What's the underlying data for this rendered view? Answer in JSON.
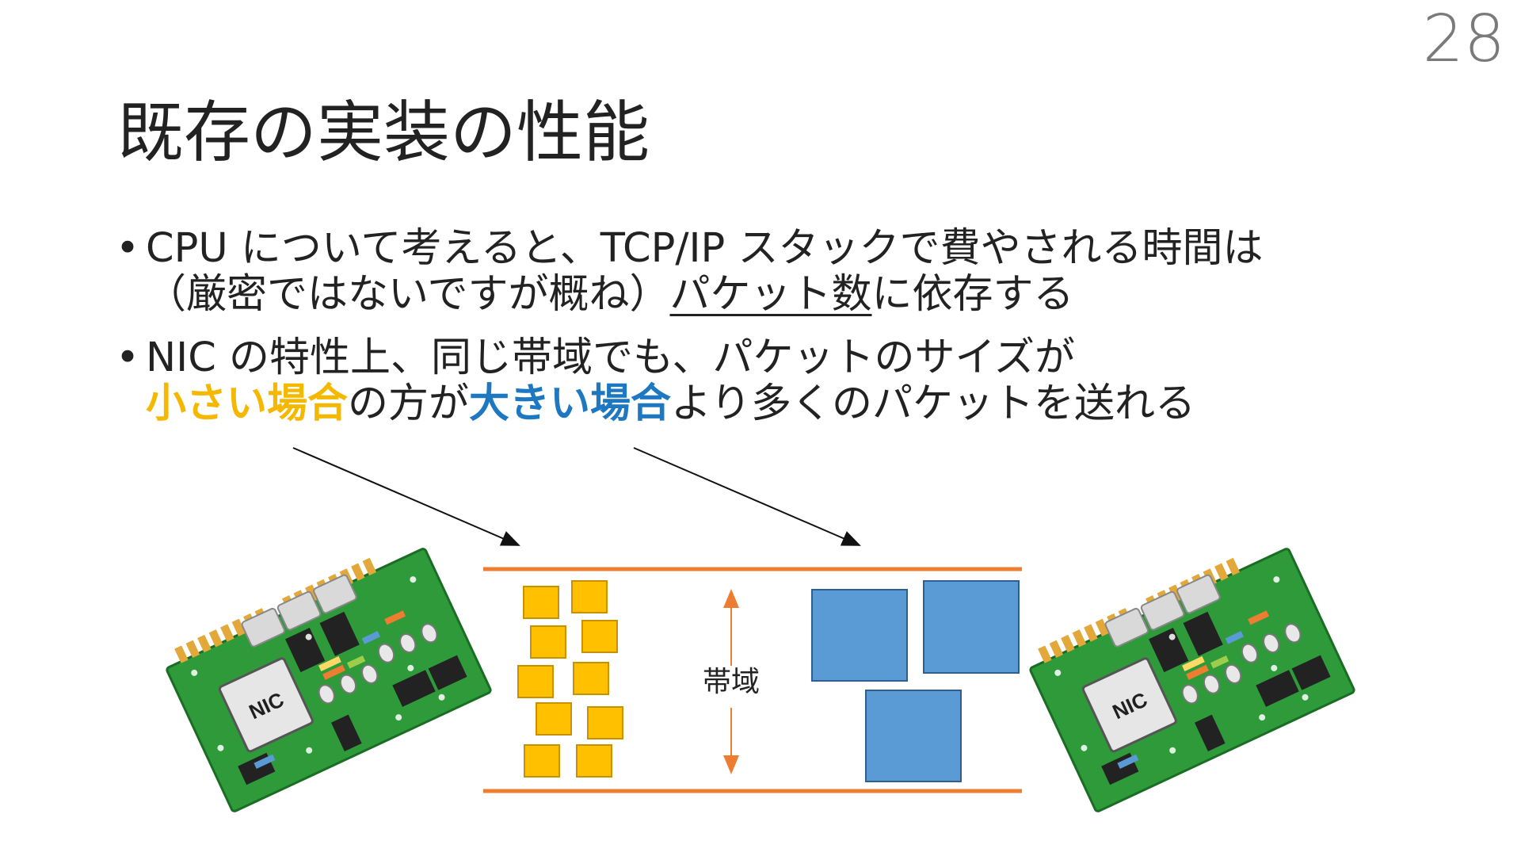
{
  "slide": {
    "page_number": "28",
    "title": "既存の実装の性能"
  },
  "bullets": [
    {
      "line1": "CPU について考えると、TCP/IP スタックで費やされる時間は",
      "line2_pre": "（厳密ではないですが概ね）",
      "line2_underlined": "パケット数",
      "line2_post": "に依存する"
    },
    {
      "line1": "NIC の特性上、同じ帯域でも、パケットのサイズが",
      "small_case": "小さい場合",
      "mid": "の方が",
      "large_case": "大きい場合",
      "tail": "より多くのパケットを送れる"
    }
  ],
  "diagram": {
    "bandwidth_label": "帯域",
    "nic_left_label": "NIC",
    "nic_right_label": "NIC",
    "colors": {
      "small_packet": "#ffc000",
      "large_packet": "#5b9bd5",
      "channel_border": "#ed7d31",
      "board": "#2e9a3a"
    }
  }
}
